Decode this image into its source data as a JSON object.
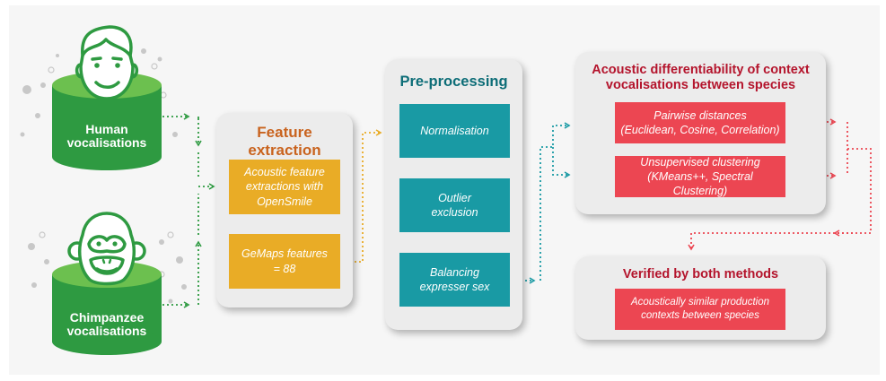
{
  "sources": {
    "human_label": "Human\nvocalisations",
    "chimp_label": "Chimpanzee\nvocalisations"
  },
  "feature_extraction": {
    "title": "Feature\nextraction",
    "step1": "Acoustic feature\nextractions with\nOpenSmile",
    "step2": "GeMaps features\n= 88"
  },
  "preprocessing": {
    "title": "Pre-processing",
    "step1": "Normalisation",
    "step2": "Outlier\nexclusion",
    "step3": "Balancing\nexpresser sex"
  },
  "differentiability": {
    "title": "Acoustic differentiability of context\nvocalisations between species",
    "method1": "Pairwise distances\n(Euclidean, Cosine, Correlation)",
    "method2": "Unsupervised clustering\n(KMeans++, Spectral Clustering)"
  },
  "verified": {
    "title": "Verified by both methods",
    "result": "Acoustically similar production\ncontexts between species"
  },
  "colors": {
    "green": "#2e9a41",
    "yellow": "#e9ac26",
    "teal": "#199aa4",
    "red": "#ec4652",
    "orange_title": "#c9631e",
    "teal_title": "#0d6d77",
    "red_title": "#b4142c"
  },
  "icons": [
    "human-face-icon",
    "chimpanzee-face-icon"
  ]
}
